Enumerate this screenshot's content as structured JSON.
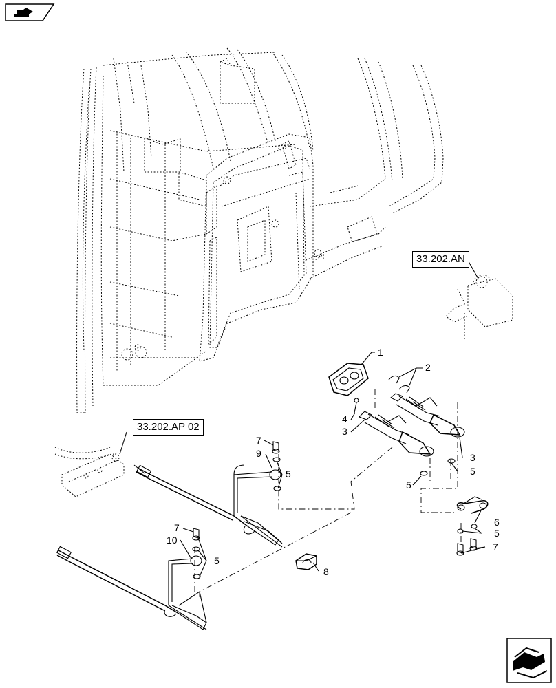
{
  "references": {
    "ref_an": "33.202.AN",
    "ref_ap": "33.202.AP 02"
  },
  "callouts": [
    {
      "id": "1",
      "label": "1"
    },
    {
      "id": "2",
      "label": "2"
    },
    {
      "id": "3a",
      "label": "3"
    },
    {
      "id": "3b",
      "label": "3"
    },
    {
      "id": "4",
      "label": "4"
    },
    {
      "id": "5a",
      "label": "5"
    },
    {
      "id": "5b",
      "label": "5"
    },
    {
      "id": "5c",
      "label": "5"
    },
    {
      "id": "5d",
      "label": "5"
    },
    {
      "id": "5e",
      "label": "5"
    },
    {
      "id": "6",
      "label": "6"
    },
    {
      "id": "7a",
      "label": "7"
    },
    {
      "id": "7b",
      "label": "7"
    },
    {
      "id": "7c",
      "label": "7"
    },
    {
      "id": "8",
      "label": "8"
    },
    {
      "id": "9",
      "label": "9"
    },
    {
      "id": "10",
      "label": "10"
    }
  ],
  "icons": {
    "top_left": "return-to-index-icon",
    "bottom_right": "next-page-icon"
  }
}
